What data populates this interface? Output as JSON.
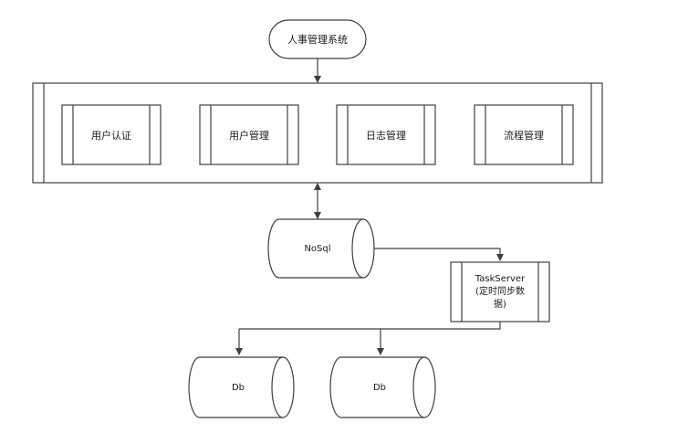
{
  "diagram": {
    "root": {
      "label": "人事管理系统"
    },
    "modules": [
      {
        "label": "用户认证"
      },
      {
        "label": "用户管理"
      },
      {
        "label": "日志管理"
      },
      {
        "label": "流程管理"
      }
    ],
    "cache": {
      "label": "NoSql"
    },
    "task": {
      "line1": "TaskServer",
      "line2": "(定时同步数",
      "line3": "据)"
    },
    "databases": [
      {
        "label": "Db"
      },
      {
        "label": "Db"
      }
    ],
    "colors": {
      "stroke": "#3f3f3f",
      "fill": "#ffffff",
      "text": "#1a1a1a"
    }
  }
}
